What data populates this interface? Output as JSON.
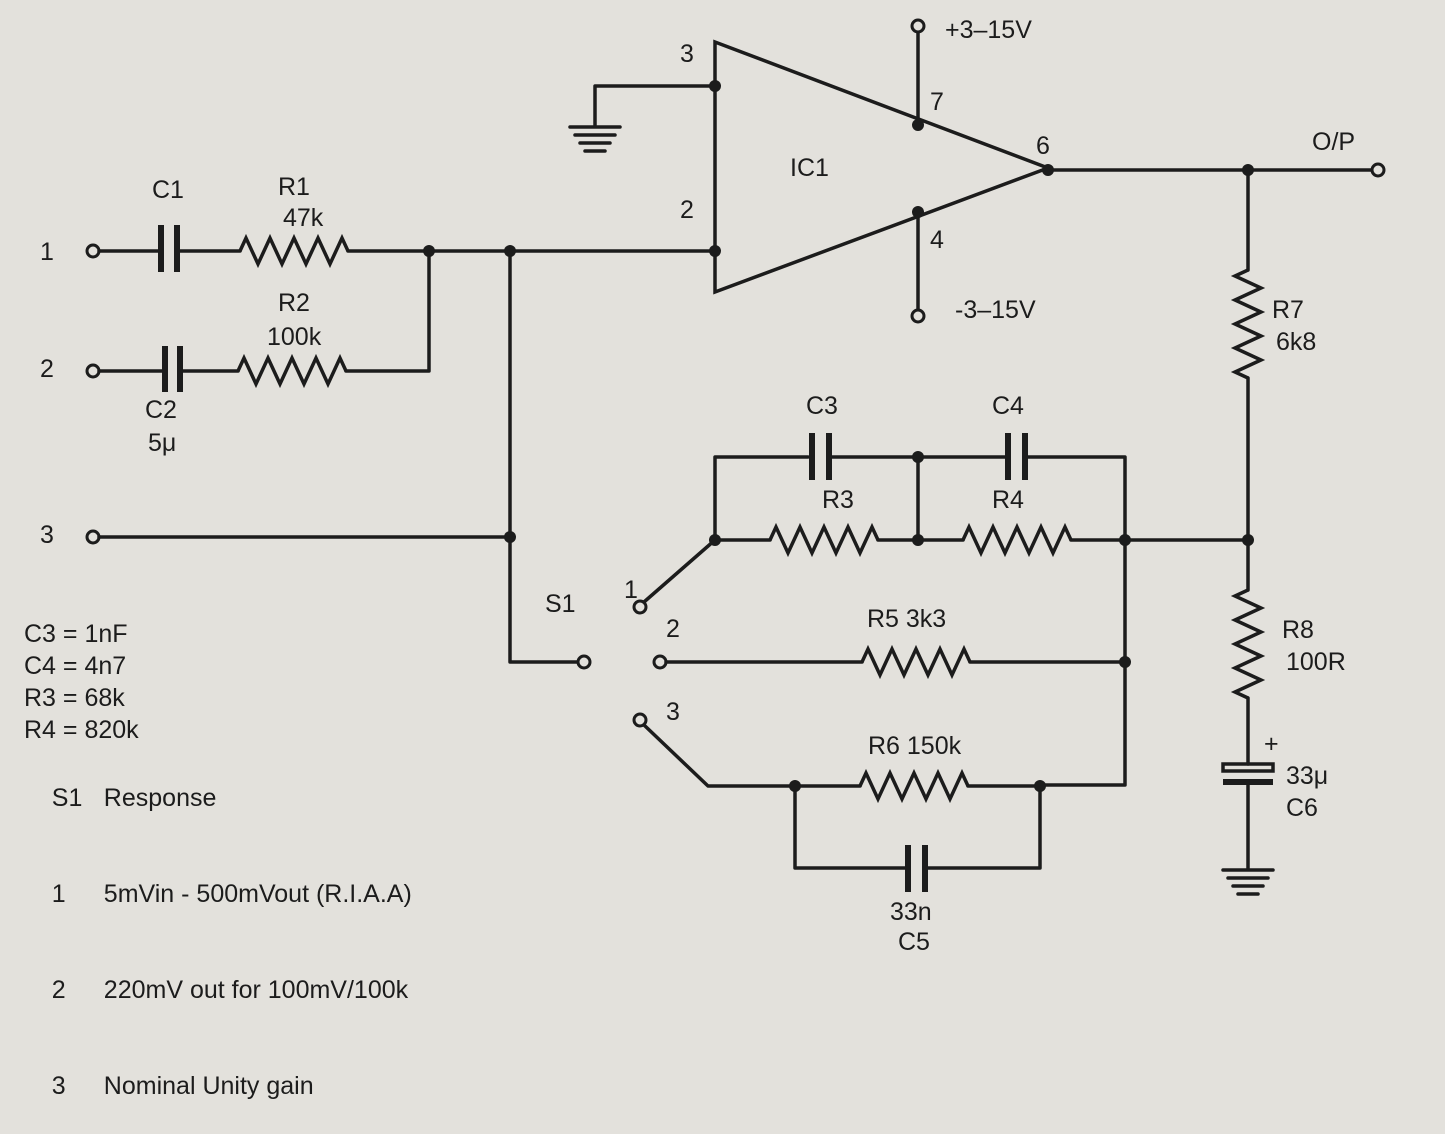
{
  "ic": {
    "name": "IC1",
    "pin3": "3",
    "pin2": "2",
    "pin7": "7",
    "pin4": "4",
    "pin6": "6"
  },
  "supplies": {
    "positive": "+3–15V",
    "negative": "-3–15V"
  },
  "inputs": [
    "1",
    "2",
    "3"
  ],
  "output_label": "O/P",
  "switch": {
    "name": "S1",
    "pos1": "1",
    "pos2": "2",
    "pos3": "3"
  },
  "components": {
    "C1": {
      "ref": "C1"
    },
    "R1": {
      "ref": "R1",
      "value": "47k"
    },
    "R2": {
      "ref": "R2",
      "value": "100k"
    },
    "C2": {
      "ref": "C2",
      "value": "5μ"
    },
    "C3": {
      "ref": "C3"
    },
    "C4": {
      "ref": "C4"
    },
    "R3": {
      "ref": "R3"
    },
    "R4": {
      "ref": "R4"
    },
    "R5": {
      "label": "R5 3k3"
    },
    "R6": {
      "label": "R6 150k"
    },
    "C5": {
      "ref": "C5",
      "value": "33n"
    },
    "R7": {
      "ref": "R7",
      "value": "6k8"
    },
    "R8": {
      "ref": "R8",
      "value": "100R"
    },
    "C6": {
      "ref": "C6",
      "value": "33μ",
      "polarity": "+"
    }
  },
  "values_table": [
    {
      "label": "C3 = 1nF"
    },
    {
      "label": "C4 = 4n7"
    },
    {
      "label": "R3 = 68k"
    },
    {
      "label": "R4 = 820k"
    }
  ],
  "response_table": {
    "header_switch": "S1",
    "header_response": "Response",
    "rows": [
      {
        "num": "1",
        "text": "5mVin - 500mVout (R.I.A.A)"
      },
      {
        "num": "2",
        "text": "220mV out for 100mV/100k"
      },
      {
        "num": "3",
        "text": "Nominal Unity gain"
      }
    ]
  }
}
